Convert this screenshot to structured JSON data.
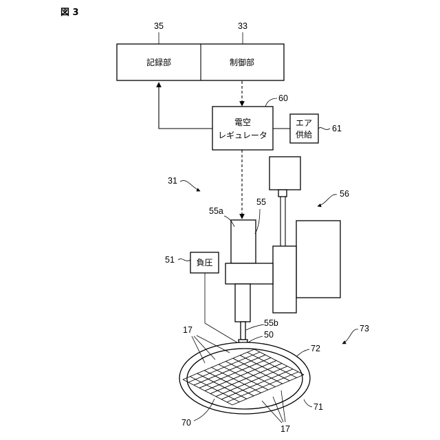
{
  "figure_label": "図 3",
  "blocks": {
    "recording": "記録部",
    "control": "制御部",
    "regulator_line1": "電空",
    "regulator_line2": "レギュレータ",
    "air_line1": "エア",
    "air_line2": "供給",
    "negative_pressure": "負圧"
  },
  "refs": {
    "r35": "35",
    "r33": "33",
    "r60": "60",
    "r61": "61",
    "r31": "31",
    "r56": "56",
    "r55a": "55a",
    "r55": "55",
    "r51": "51",
    "r55b": "55b",
    "r50": "50",
    "r17_top": "17",
    "r72": "72",
    "r73": "73",
    "r71": "71",
    "r70": "70",
    "r17_bottom": "17"
  }
}
